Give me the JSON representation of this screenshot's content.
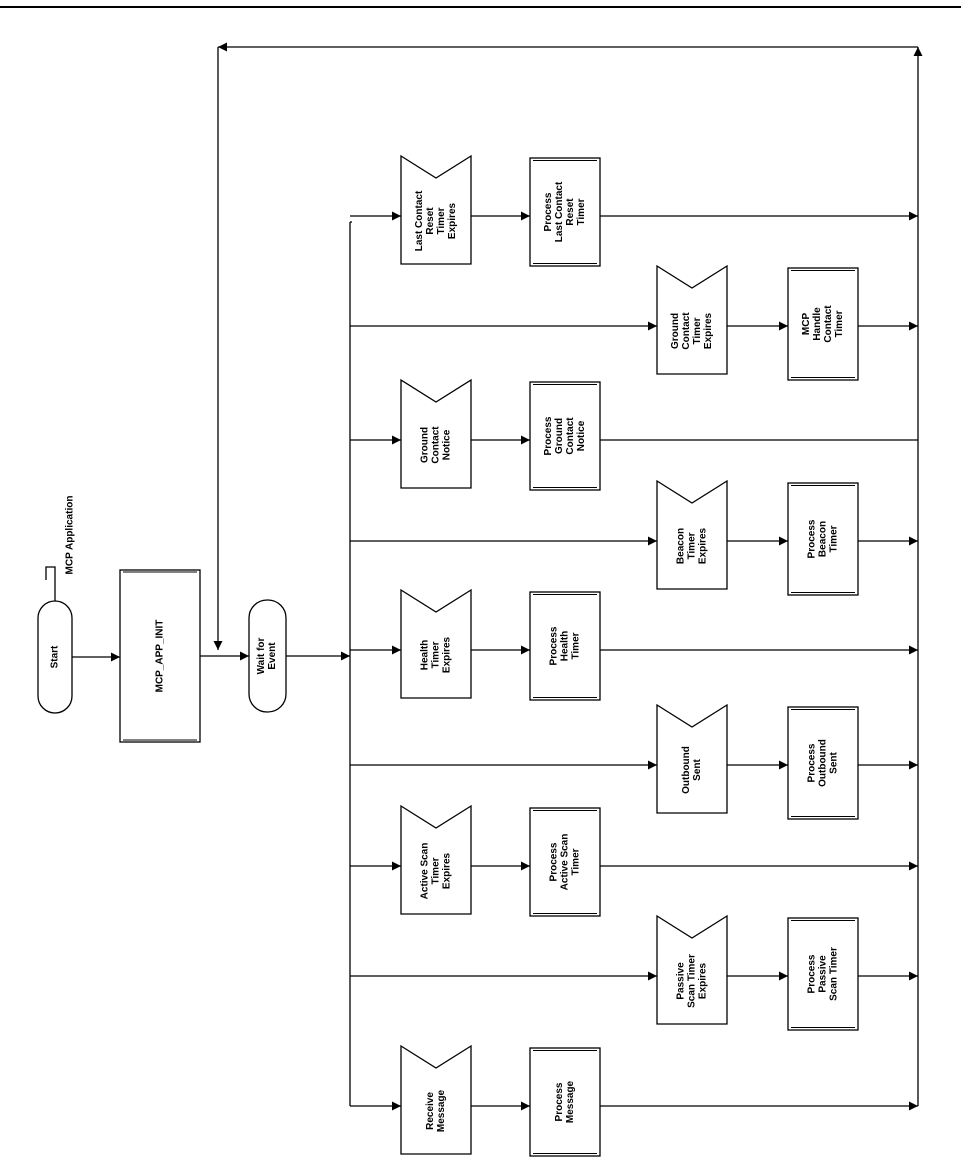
{
  "diagram": {
    "annotation": "MCP  Application",
    "start": [
      "Start"
    ],
    "init": [
      "MCP_APP_INIT"
    ],
    "wait": [
      "Wait for",
      "Event"
    ],
    "events": [
      {
        "lines": [
          "Last Contact",
          "Reset",
          "Timer",
          "Expires"
        ]
      },
      {
        "lines": [
          "Ground",
          "Contact",
          "Timer",
          "Expires"
        ]
      },
      {
        "lines": [
          "Ground",
          "Contact",
          "Notice"
        ]
      },
      {
        "lines": [
          "Beacon",
          "Timer",
          "Expires"
        ]
      },
      {
        "lines": [
          "Health",
          "Timer",
          "Expires"
        ]
      },
      {
        "lines": [
          "Outbound",
          "Sent"
        ]
      },
      {
        "lines": [
          "Active Scan",
          "Timer",
          "Expires"
        ]
      },
      {
        "lines": [
          "Passive",
          "Scan Timer",
          "Expires"
        ]
      },
      {
        "lines": [
          "Receive",
          "Message"
        ]
      }
    ],
    "processes": [
      {
        "lines": [
          "Process",
          "Last Contact",
          "Reset",
          "Timer"
        ]
      },
      {
        "lines": [
          "MCP",
          "Handle",
          "Contact",
          "Timer"
        ]
      },
      {
        "lines": [
          "Process",
          "Ground",
          "Contact",
          "Notice"
        ]
      },
      {
        "lines": [
          "Process",
          "Beacon",
          "Timer"
        ]
      },
      {
        "lines": [
          "Process",
          "Health",
          "Timer"
        ]
      },
      {
        "lines": [
          "Process",
          "Outbound",
          "Sent"
        ]
      },
      {
        "lines": [
          "Process",
          "Active Scan",
          "Timer"
        ]
      },
      {
        "lines": [
          "Process",
          "Passive",
          "Scan Timer"
        ]
      },
      {
        "lines": [
          "Process",
          "Message"
        ]
      }
    ]
  }
}
